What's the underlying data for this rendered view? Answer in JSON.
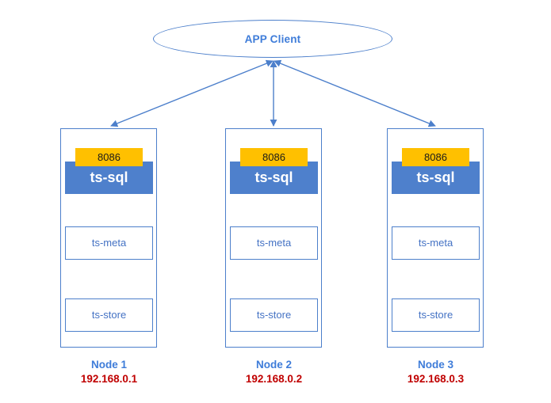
{
  "diagram": {
    "client": {
      "label": "APP Client"
    },
    "nodes": [
      {
        "port": "8086",
        "sql_label": "ts-sql",
        "meta_label": "ts-meta",
        "store_label": "ts-store",
        "name": "Node 1",
        "ip": "192.168.0.1"
      },
      {
        "port": "8086",
        "sql_label": "ts-sql",
        "meta_label": "ts-meta",
        "store_label": "ts-store",
        "name": "Node 2",
        "ip": "192.168.0.2"
      },
      {
        "port": "8086",
        "sql_label": "ts-sql",
        "meta_label": "ts-meta",
        "store_label": "ts-store",
        "name": "Node 3",
        "ip": "192.168.0.3"
      }
    ],
    "colors": {
      "line_blue": "#4C7FCB",
      "sql_fill": "#4E80CC",
      "port_fill": "#FFC000",
      "label_blue": "#3E7CD9",
      "ip_red": "#C00000"
    }
  }
}
